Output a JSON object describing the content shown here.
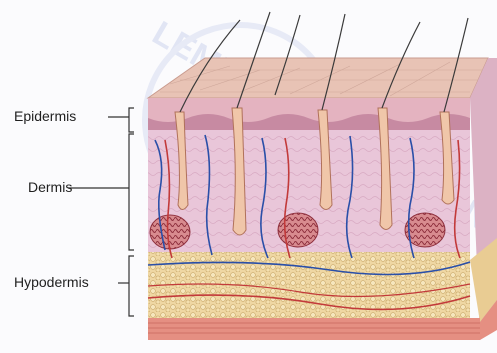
{
  "labels": {
    "epidermis": "Epidermis",
    "dermis": "Dermis",
    "hypodermis": "Hypodermis"
  },
  "watermark_text": "LEMBAGA PENELITIAN",
  "colors": {
    "epidermis": "#e4b3c0",
    "dermis": "#e9c6d9",
    "hypodermis": "#efd7a3",
    "muscle": "#e58f82",
    "vein": "#2a4fa8",
    "artery": "#c23a3a",
    "gland": "#b7525f",
    "watermark": "#c8d0ec"
  }
}
